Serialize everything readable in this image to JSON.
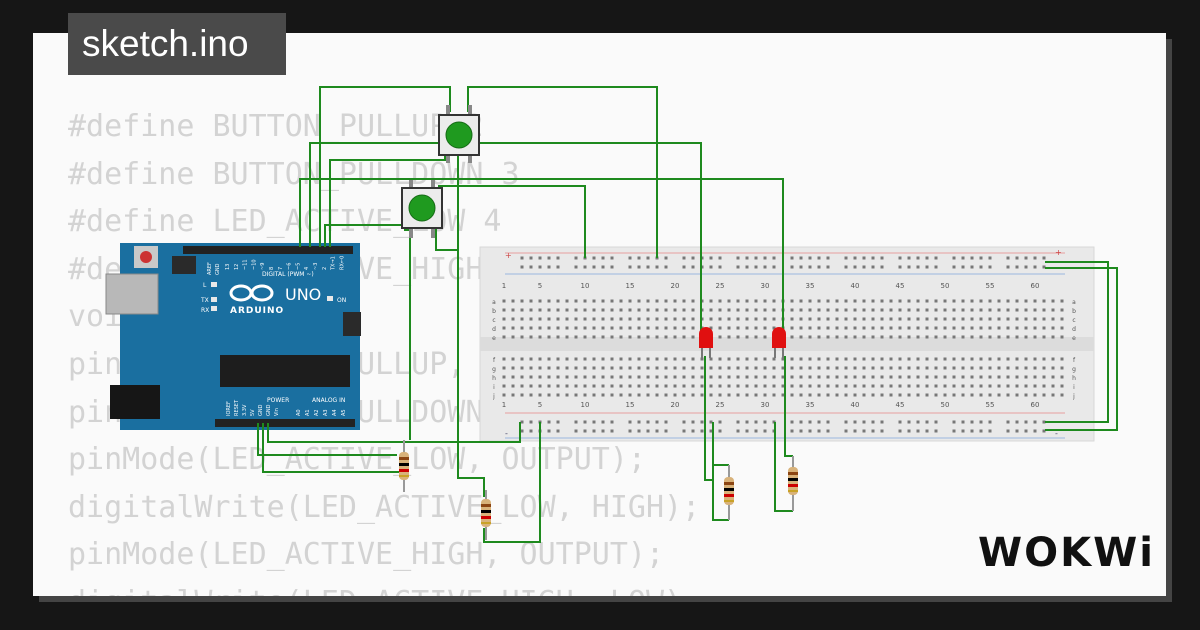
{
  "title_tag": "sketch.ino",
  "logo_text": "WOKWi",
  "code_lines": [
    "#define BUTTON_PULLUP 2",
    "#define BUTTON_PULLDOWN 3",
    "#define LED_ACTIVE_LOW 4",
    "#define LED_ACTIVE_HIGH 5",
    "void setup() {",
    "pinMode(BUTTON_PULLUP, INPUT);",
    "pinMode(BUTTON_PULLDOWN, INPUT);",
    "pinMode(LED_ACTIVE_LOW, OUTPUT);",
    "digitalWrite(LED_ACTIVE_LOW, HIGH);",
    "pinMode(LED_ACTIVE_HIGH, OUTPUT);",
    "digitalWrite(LED_ACTIVE_HIGH, LOW);"
  ],
  "arduino": {
    "model": "UNO",
    "brand": "ARDUINO",
    "digital_label": "DIGITAL (PWM ~)",
    "power_label": "POWER",
    "analog_label": "ANALOG IN",
    "on_label": "ON",
    "l_label": "L",
    "tx_label": "TX",
    "rx_label": "RX",
    "aref_label": "AREF",
    "gnd_label": "GND",
    "digital_pins": [
      "13",
      "12",
      "~11",
      "~10",
      "~9",
      "8",
      "7",
      "~6",
      "~5",
      "4",
      "~3",
      "2",
      "TX→1",
      "RX←0"
    ],
    "power_pins": [
      "IOREF",
      "RESET",
      "3.3V",
      "5V",
      "GND",
      "GND",
      "Vin"
    ],
    "analog_pins": [
      "A0",
      "A1",
      "A2",
      "A3",
      "A4",
      "A5"
    ]
  },
  "breadboard": {
    "column_numbers": [
      "1",
      "5",
      "10",
      "15",
      "20",
      "25",
      "30",
      "35",
      "40",
      "45",
      "50",
      "55",
      "60"
    ],
    "row_letters_top": [
      "a",
      "b",
      "c",
      "d",
      "e"
    ],
    "row_letters_bottom": [
      "f",
      "g",
      "h",
      "i",
      "j"
    ],
    "plus": "+",
    "minus": "-"
  },
  "colors": {
    "background": "#161616",
    "card": "#fafafa",
    "code_text": "#d3d3d3",
    "tag_bg": "#4a4a4a",
    "wire": "#1e8a1e",
    "arduino_board": "#1a6fa0",
    "led": "#e01010",
    "button_cap": "#1f9a1f"
  }
}
